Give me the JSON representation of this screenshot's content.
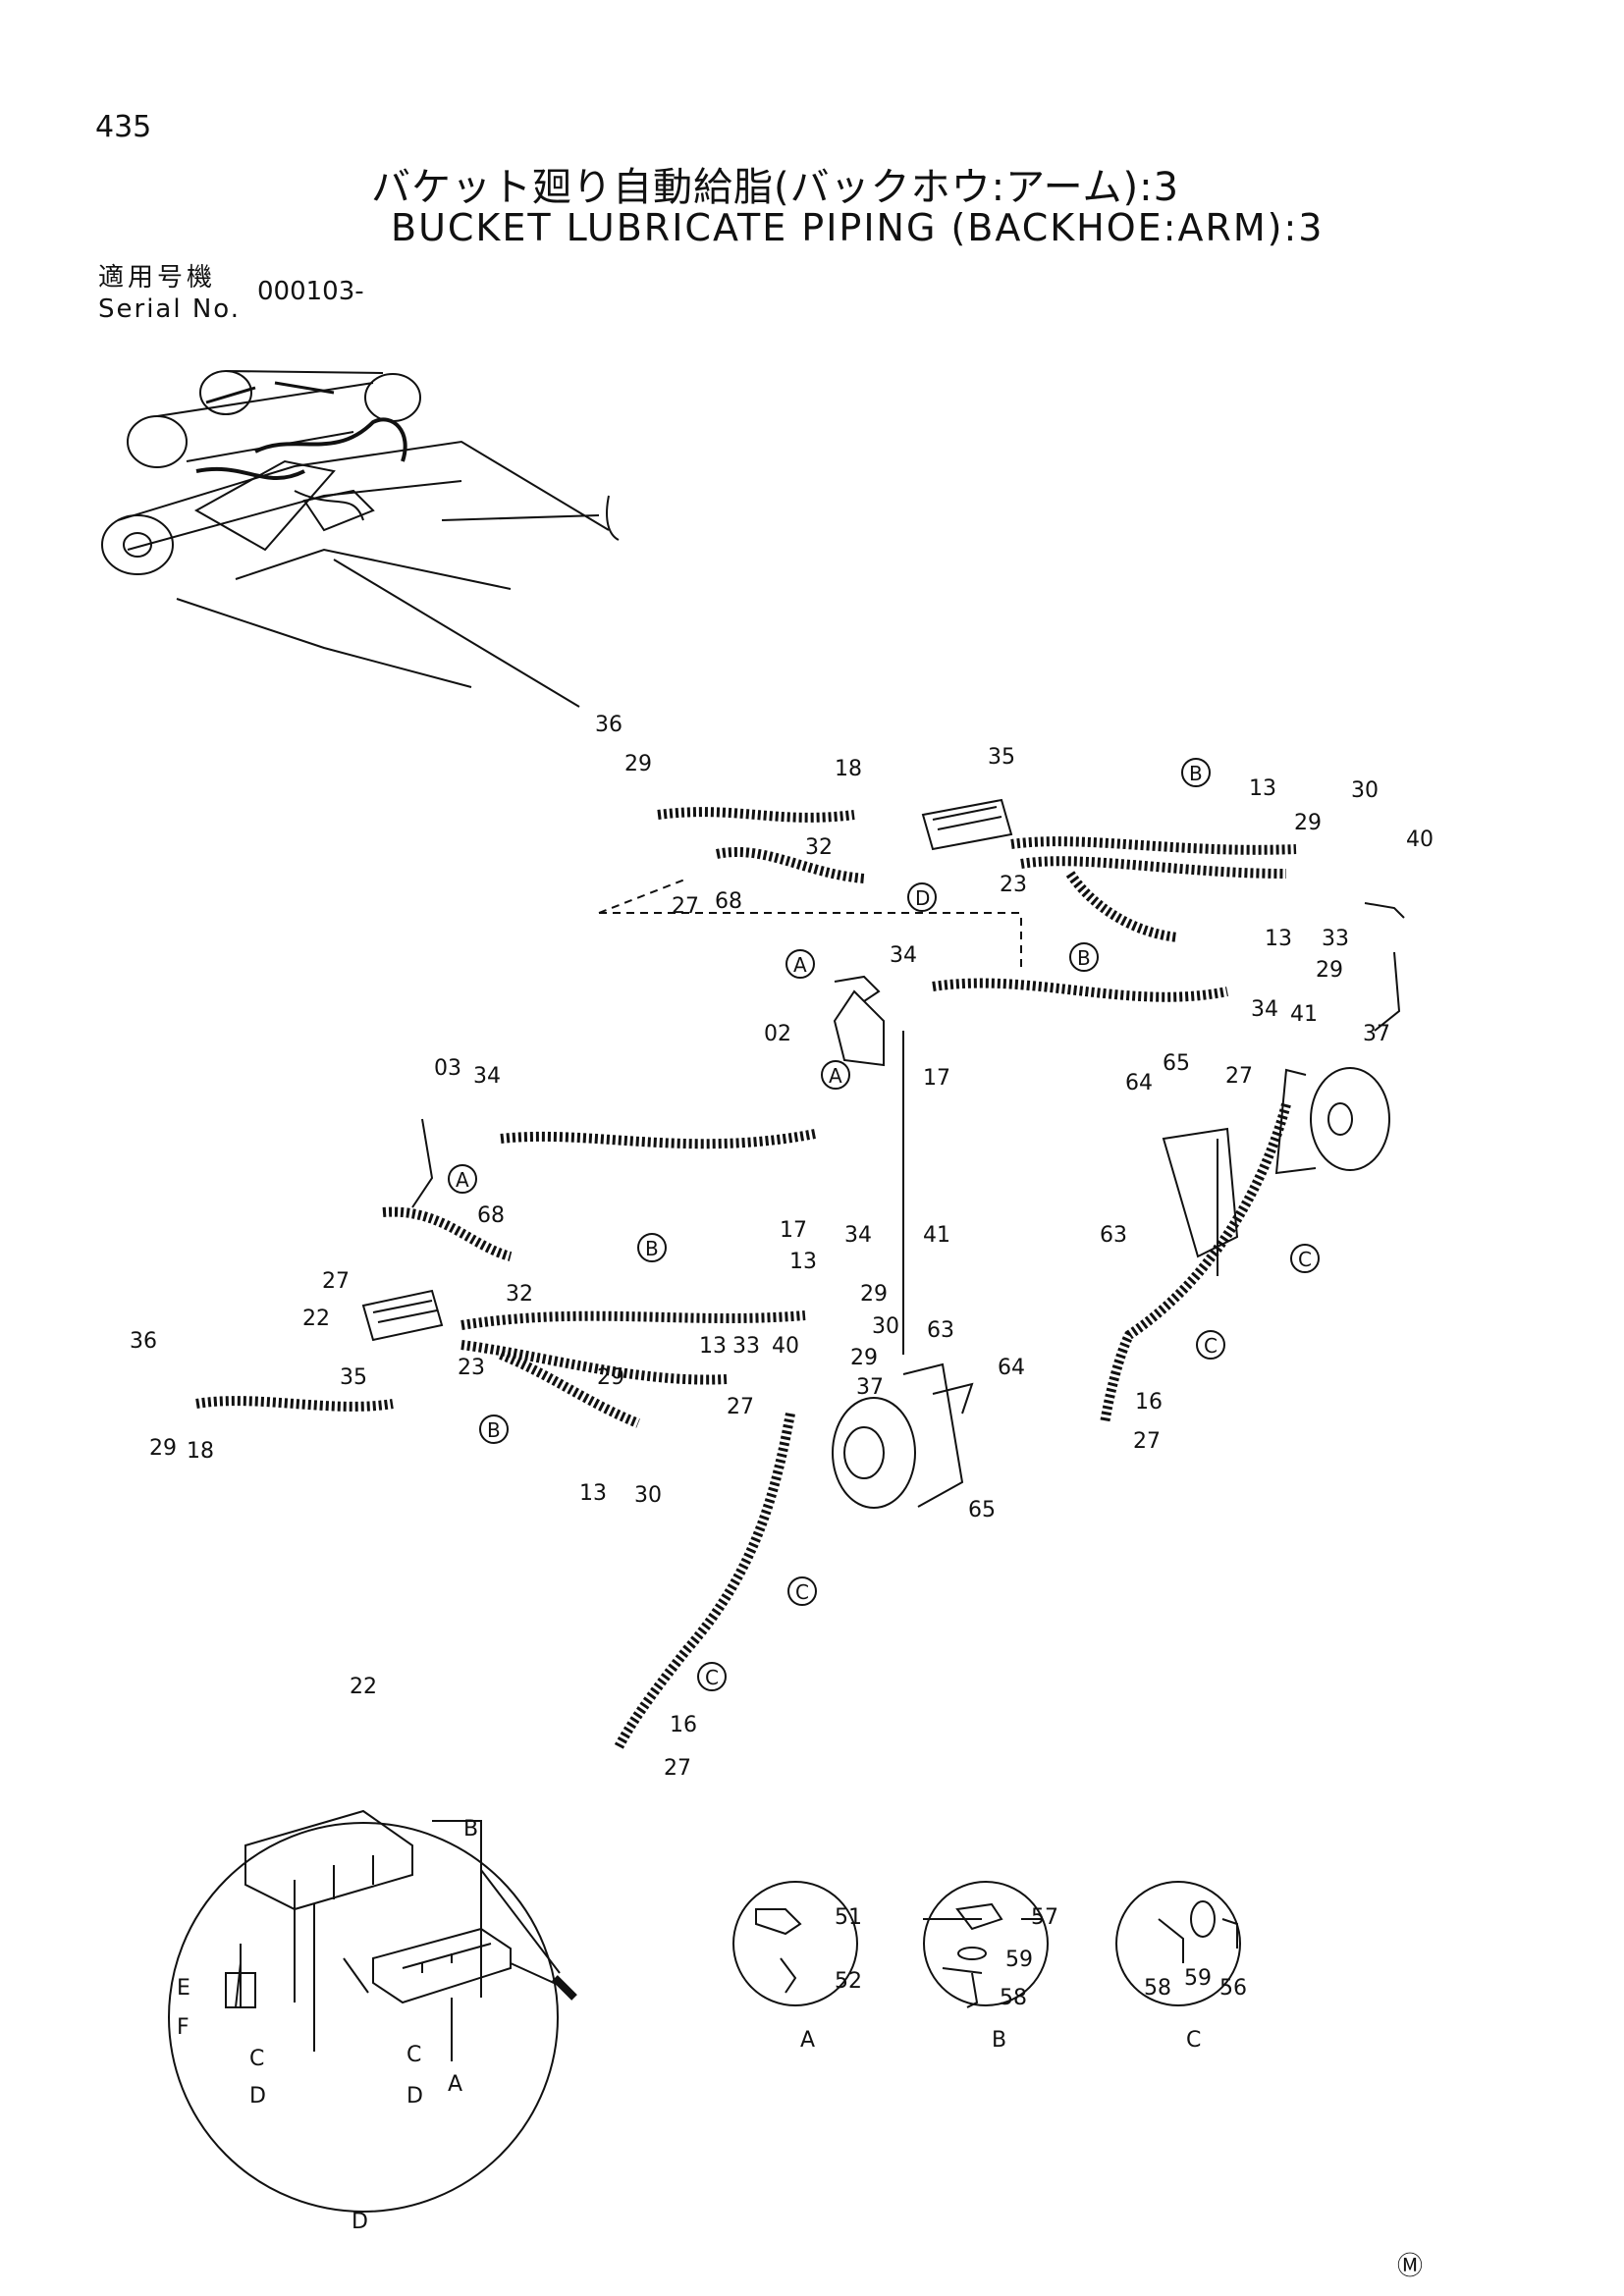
{
  "page": {
    "number": "435",
    "mark": "Ⓜ"
  },
  "title": {
    "ja": "バケット廻り自動給脂(バックホウ:アーム):3",
    "en": "BUCKET LUBRICATE PIPING (BACKHOE:ARM):3"
  },
  "serial": {
    "label_ja": "適用号機",
    "label_en": "Serial No.",
    "value": "000103-"
  },
  "callouts": [
    "36",
    "29",
    "18",
    "35",
    "13",
    "30",
    "29",
    "40",
    "32",
    "27",
    "68",
    "23",
    "13",
    "33",
    "29",
    "37",
    "34",
    "02",
    "17",
    "34",
    "41",
    "27",
    "64",
    "65",
    "03",
    "34",
    "68",
    "27",
    "32",
    "22",
    "35",
    "23",
    "17",
    "34",
    "41",
    "13",
    "29",
    "30",
    "13",
    "33",
    "40",
    "29",
    "37",
    "63",
    "64",
    "36",
    "29",
    "18",
    "29",
    "13",
    "30",
    "27",
    "65",
    "63",
    "16",
    "27",
    "16",
    "27",
    "22",
    "51",
    "52",
    "57",
    "59",
    "58",
    "58",
    "59",
    "56",
    "B",
    "E",
    "F",
    "C",
    "C",
    "D",
    "D",
    "A",
    "D",
    "A",
    "B",
    "C"
  ],
  "circle_labels": [
    "A",
    "D",
    "B",
    "B",
    "A",
    "A",
    "B",
    "B",
    "C",
    "C",
    "C",
    "C"
  ],
  "detail_labels": {
    "a": "A",
    "b": "B",
    "c": "C"
  },
  "icons": [
    "arm-overview-illustration",
    "lube-manifold-detail",
    "hose-clamp-a-detail",
    "hose-clamp-b-detail",
    "hose-clamp-c-detail"
  ]
}
